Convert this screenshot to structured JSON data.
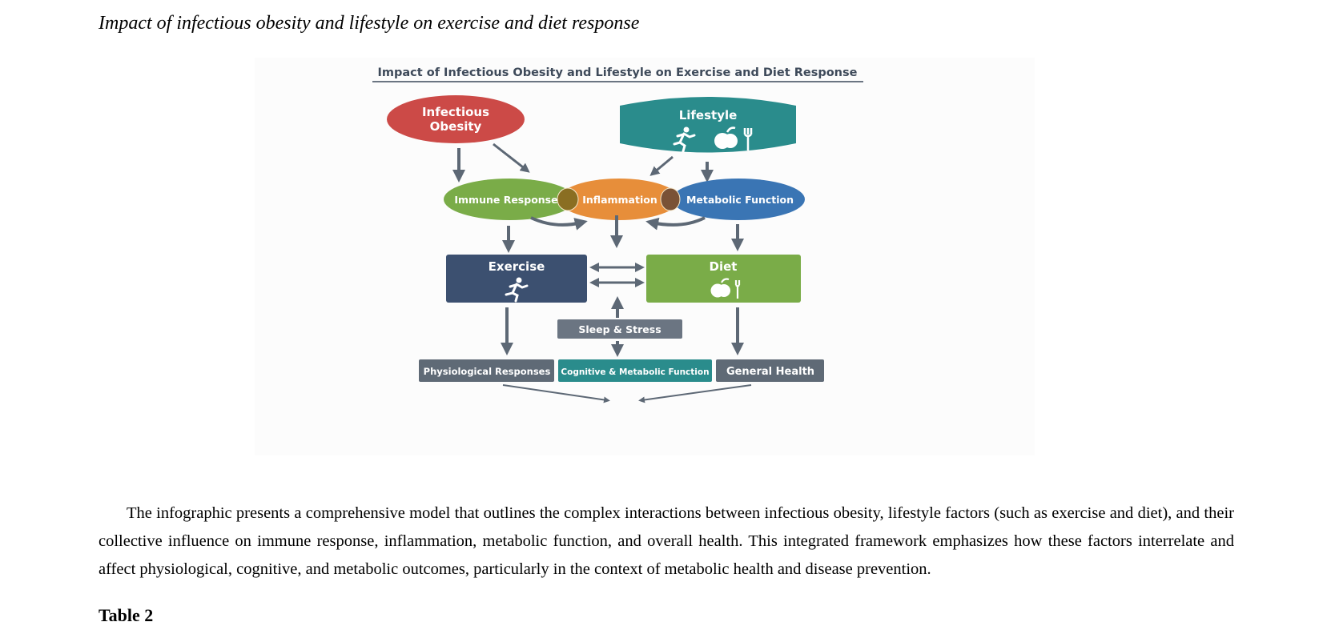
{
  "document": {
    "caption": "Impact of infectious obesity and lifestyle on exercise and diet response",
    "paragraph": "The infographic presents a comprehensive model that outlines the complex interactions between infectious obesity, lifestyle factors (such as exercise and diet), and their collective influence on immune response, inflammation, metabolic function, and overall health. This integrated framework emphasizes how these factors interrelate and affect physiological, cognitive, and metabolic outcomes, particularly in the context of metabolic health and disease prevention.",
    "next_heading": "Table 2"
  },
  "infographic": {
    "title": "Impact of Infectious Obesity and Lifestyle on Exercise and Diet Response",
    "nodes": {
      "infectious_obesity": {
        "line1": "Infectious",
        "line2": "Obesity",
        "color": "#cc4a47"
      },
      "lifestyle": {
        "label": "Lifestyle",
        "color": "#2a8c8c",
        "icons": [
          "running-person-icon",
          "apple-icon",
          "fork-icon"
        ]
      },
      "immune_response": {
        "label": "Immune Response",
        "color": "#7aac48"
      },
      "inflammation": {
        "label": "Inflammation",
        "color": "#e68a34"
      },
      "metabolic_function": {
        "label": "Metabolic Function",
        "color": "#3a75b4"
      },
      "exercise": {
        "label": "Exercise",
        "color": "#3c5070",
        "icon": "running-person-icon"
      },
      "diet": {
        "label": "Diet",
        "color": "#7aac48",
        "icon": "apple-fork-icon"
      },
      "sleep_stress": {
        "label": "Sleep & Stress",
        "color": "#6b7582"
      },
      "physiological_responses": {
        "label": "Physiological Responses",
        "color": "#5f6a76"
      },
      "cognitive_metabolic": {
        "label": "Cognitive & Metabolic Function",
        "color": "#2a8c8c"
      },
      "general_health": {
        "label": "General Health",
        "color": "#5f6a76"
      }
    },
    "arrow_color": "#5d6875"
  }
}
